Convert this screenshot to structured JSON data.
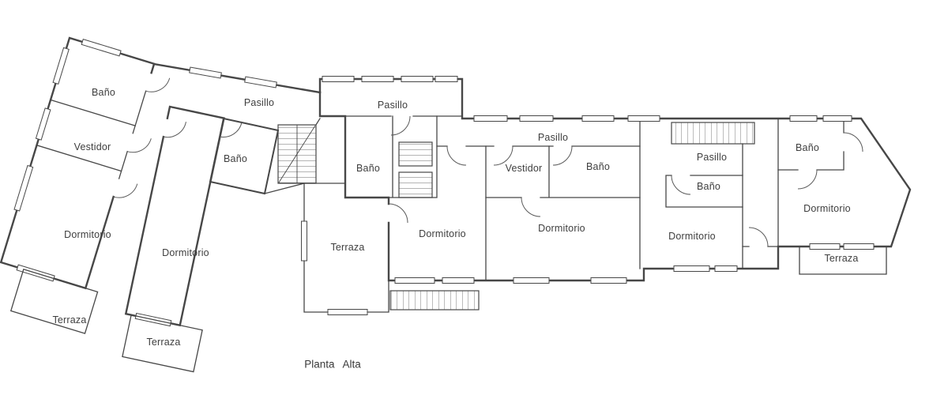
{
  "title": {
    "label": "Planta Alta"
  },
  "drawing": {
    "wall_color": "#474747",
    "background": "#ffffff"
  },
  "rooms": [
    {
      "name": "bano-left-wing",
      "label": "Baño"
    },
    {
      "name": "vestidor-left-wing",
      "label": "Vestidor"
    },
    {
      "name": "dormitorio-left-1",
      "label": "Dormitorio"
    },
    {
      "name": "dormitorio-left-2",
      "label": "Dormitorio"
    },
    {
      "name": "bano-left-hall",
      "label": "Baño"
    },
    {
      "name": "pasillo-left",
      "label": "Pasillo"
    },
    {
      "name": "terraza-left-1",
      "label": "Terraza"
    },
    {
      "name": "terraza-left-2",
      "label": "Terraza"
    },
    {
      "name": "pasillo-center",
      "label": "Pasillo"
    },
    {
      "name": "bano-center",
      "label": "Baño"
    },
    {
      "name": "terraza-center",
      "label": "Terraza"
    },
    {
      "name": "dormitorio-center",
      "label": "Dormitorio"
    },
    {
      "name": "vestidor-center",
      "label": "Vestidor"
    },
    {
      "name": "pasillo-mid",
      "label": "Pasillo"
    },
    {
      "name": "bano-mid",
      "label": "Baño"
    },
    {
      "name": "dormitorio-mid",
      "label": "Dormitorio"
    },
    {
      "name": "pasillo-right",
      "label": "Pasillo"
    },
    {
      "name": "bano-right-small",
      "label": "Baño"
    },
    {
      "name": "dormitorio-right-1",
      "label": "Dormitorio"
    },
    {
      "name": "bano-right-end",
      "label": "Baño"
    },
    {
      "name": "dormitorio-right-2",
      "label": "Dormitorio"
    },
    {
      "name": "terraza-right",
      "label": "Terraza"
    }
  ]
}
